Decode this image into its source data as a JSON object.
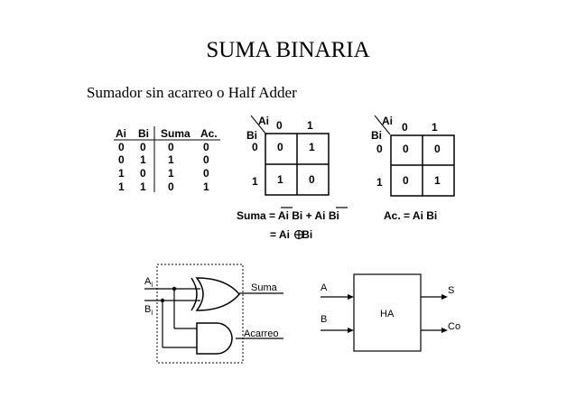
{
  "title": "SUMA BINARIA",
  "subtitle": "Sumador sin acarreo o Half Adder",
  "truth_table": {
    "headers": [
      "Ai",
      "Bi",
      "Suma",
      "Ac."
    ],
    "rows": [
      [
        "0",
        "0",
        "0",
        "0"
      ],
      [
        "0",
        "1",
        "1",
        "0"
      ],
      [
        "1",
        "0",
        "1",
        "0"
      ],
      [
        "1",
        "1",
        "0",
        "1"
      ]
    ]
  },
  "kmap_suma": {
    "col_var": "Ai",
    "row_var": "Bi",
    "col_labels": [
      "0",
      "1"
    ],
    "row_labels": [
      "0",
      "1"
    ],
    "cells": [
      [
        "0",
        "1"
      ],
      [
        "1",
        "0"
      ]
    ]
  },
  "kmap_acarreo": {
    "col_var": "Ai",
    "row_var": "Bi",
    "col_labels": [
      "0",
      "1"
    ],
    "row_labels": [
      "0",
      "1"
    ],
    "cells": [
      [
        "0",
        "0"
      ],
      [
        "0",
        "1"
      ]
    ]
  },
  "eq_suma_prefix": "Suma = ",
  "eq_suma_t1a": "Ai",
  "eq_suma_t1b": " Bi + Ai ",
  "eq_suma_t2": "Bi",
  "eq_suma_line2_prefix": "= Ai",
  "eq_suma_line2_suffix": " Bi",
  "eq_acarreo": "Ac. = Ai Bi",
  "circuit": {
    "input_a": "A",
    "input_a_sub": "i",
    "input_b": "B",
    "input_b_sub": "i",
    "output_suma": "Suma",
    "output_acarreo": "Acarreo"
  },
  "block": {
    "label": "HA",
    "in_a": "A",
    "in_b": "B",
    "out_s": "S",
    "out_co": "Co"
  }
}
